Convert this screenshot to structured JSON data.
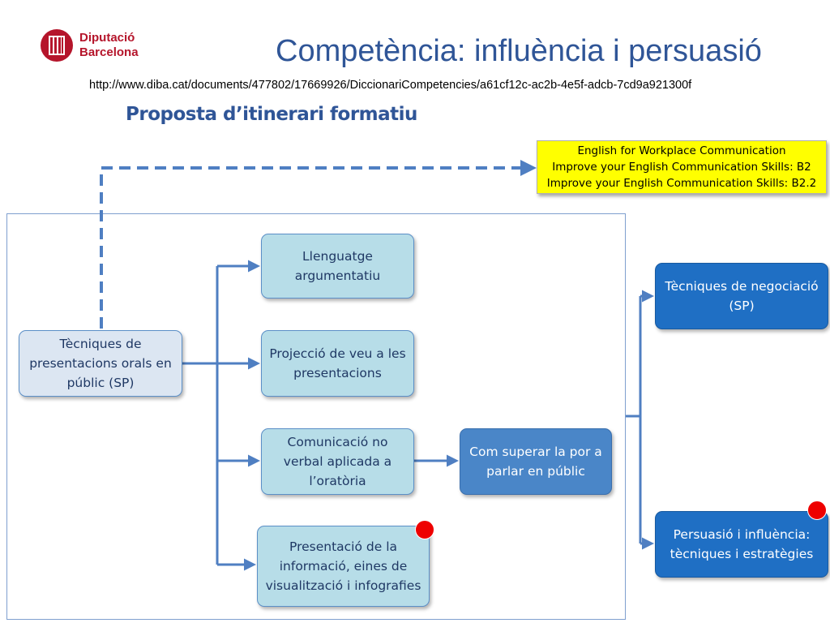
{
  "header": {
    "logo_line1": "Diputació",
    "logo_line2": "Barcelona",
    "title": "Competència: influència i persuasió",
    "url": "http://www.diba.cat/documents/477802/17669926/DiccionariCompetencies/a61cf12c-ac2b-4e5f-adcb-7cd9a921300f",
    "subtitle": "Proposta d’itinerari formatiu"
  },
  "english_box": {
    "lines": [
      "English for Workplace Communication",
      "Improve your English Communication Skills: B2",
      "Improve your English Communication Skills: B2.2"
    ]
  },
  "nodes": {
    "presentacions": "Tècniques de presentacions orals en públic (SP)",
    "llenguatge": "Llenguatge argumentatiu",
    "projeccio": "Projecció de veu a les presentacions",
    "comunicacio": "Comunicació no verbal aplicada a l’oratòria",
    "presentacio_info": "Presentació de la informació, eines de visualització i infografies",
    "por": "Com superar la por a parlar en públic",
    "negociacio": "Tècniques de negociació (SP)",
    "persuasio": "Persuasió i influència: tècniques i estratègies"
  },
  "colors": {
    "brand": "#b5152b",
    "title": "#2f5597",
    "connector": "#4f7fc2",
    "marker": "#ee0000",
    "highlight": "#ffff00"
  }
}
